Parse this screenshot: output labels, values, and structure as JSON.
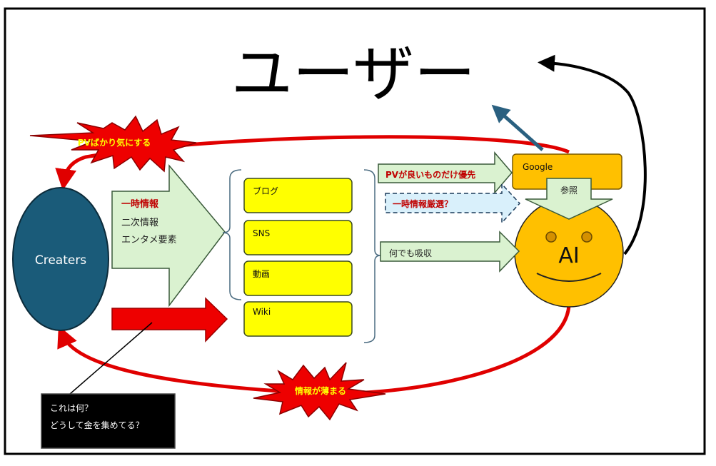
{
  "title": "ユーザー",
  "creators": {
    "label": "Creaters"
  },
  "left_arrow": {
    "line1": "一時情報",
    "line2": "二次情報",
    "line3": "エンタメ要素"
  },
  "media": [
    {
      "label": "ブログ"
    },
    {
      "label": "SNS"
    },
    {
      "label": "動画"
    },
    {
      "label": "Wiki"
    }
  ],
  "arrows": {
    "pv_priority": "PVが良いものだけ優先",
    "primary_select": "一時情報厳選？",
    "absorb": "何でも吸収",
    "refer": "参照"
  },
  "google": {
    "label": "Google"
  },
  "ai": {
    "label": "AI"
  },
  "bursts": {
    "pv": "PVばかり気にする",
    "thin": "情報が薄まる"
  },
  "note": {
    "line1": "これは何？",
    "line2": "どうして金を集めてる？"
  },
  "colors": {
    "creators_fill": "#1a5b79",
    "arrow_green": "#daf2d0",
    "media_yellow": "#ffff00",
    "google_orange": "#ffc000",
    "ai_orange": "#ffc000",
    "burst_red": "#ee0000",
    "burst_text": "#ffff00",
    "loop_red": "#e00000",
    "label_red": "#c00000",
    "dashed_blue": "#d9f0fb",
    "teal_arrow": "#2a6080"
  }
}
